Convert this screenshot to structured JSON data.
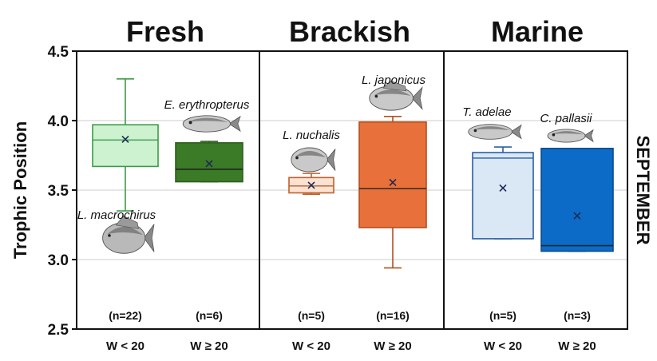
{
  "chart_data": {
    "type": "box",
    "ylabel": "Trophic Position",
    "side_label": "SEPTEMBER",
    "ylim": [
      2.5,
      4.5
    ],
    "yticks": [
      "2.5",
      "3.0",
      "3.5",
      "4.0",
      "4.5"
    ],
    "grid": true,
    "panels": [
      {
        "title": "Fresh",
        "groups": [
          {
            "xlabel": "W < 20",
            "n_label": "(n=22)",
            "species": "L. macrochirus",
            "whisker_low": 3.35,
            "q1": 3.67,
            "median": 3.86,
            "q3": 3.97,
            "whisker_high": 4.3,
            "mean": 3.865,
            "fill": "#cdf2d0",
            "stroke": "#3d9a48"
          },
          {
            "xlabel": "W ≥ 20",
            "n_label": "(n=6)",
            "species": "E. erythropterus",
            "whisker_low": 3.56,
            "q1": 3.56,
            "median": 3.65,
            "q3": 3.84,
            "whisker_high": 3.85,
            "mean": 3.69,
            "fill": "#3b7a27",
            "stroke": "#2c5f1c"
          }
        ]
      },
      {
        "title": "Brackish",
        "groups": [
          {
            "xlabel": "W < 20",
            "n_label": "(n=5)",
            "species": "L. nuchalis",
            "whisker_low": 3.47,
            "q1": 3.48,
            "median": 3.53,
            "q3": 3.59,
            "whisker_high": 3.62,
            "mean": 3.535,
            "fill": "#fbe2d3",
            "stroke": "#c0602b"
          },
          {
            "xlabel": "W ≥ 20",
            "n_label": "(n=16)",
            "species": "L. japonicus",
            "whisker_low": 2.94,
            "q1": 3.23,
            "median": 3.51,
            "q3": 3.99,
            "whisker_high": 4.03,
            "mean": 3.555,
            "fill": "#e8703a",
            "stroke": "#b2501e"
          }
        ]
      },
      {
        "title": "Marine",
        "groups": [
          {
            "xlabel": "W < 20",
            "n_label": "(n=5)",
            "species": "T. adelae",
            "whisker_low": 3.15,
            "q1": 3.15,
            "median": 3.73,
            "q3": 3.77,
            "whisker_high": 3.81,
            "mean": 3.515,
            "fill": "#dae8f6",
            "stroke": "#2a5ea7"
          },
          {
            "xlabel": "W ≥ 20",
            "n_label": "(n=3)",
            "species": "C. pallasii",
            "whisker_low": 3.06,
            "q1": 3.06,
            "median": 3.1,
            "q3": 3.8,
            "whisker_high": 3.8,
            "mean": 3.315,
            "fill": "#0b6bc6",
            "stroke": "#0a4b8c"
          }
        ]
      }
    ]
  }
}
